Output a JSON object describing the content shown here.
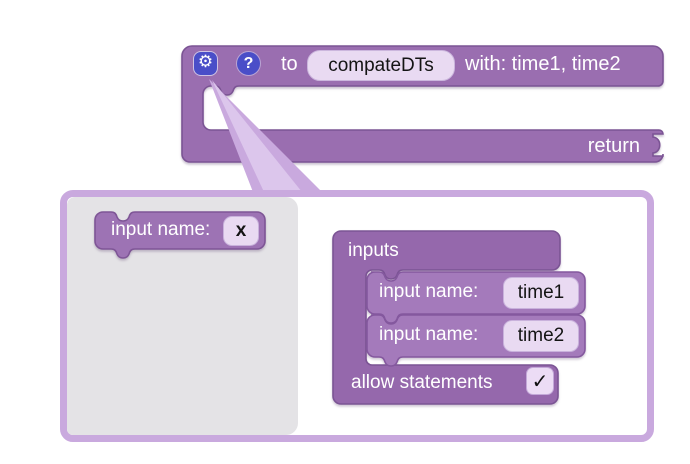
{
  "block_editor": {
    "procedure_block": {
      "to_label": "to",
      "name_field": "compateDTs",
      "params_label": "with: time1, time2",
      "return_label": "return"
    },
    "icons": {
      "gear": "⚙",
      "help": "?",
      "check": "✓"
    },
    "mutator_popup": {
      "flyout_block": {
        "label": "input name:",
        "field": "x"
      },
      "inputs_block": {
        "title": "inputs",
        "rows": [
          {
            "label": "input name:",
            "field": "time1"
          },
          {
            "label": "input name:",
            "field": "time2"
          }
        ],
        "allow_statements_label": "allow statements"
      }
    },
    "colors": {
      "block_fill": "#9a6eb0",
      "block_stroke": "#7b5494",
      "container_fill": "#9568ac",
      "nested_fill": "#a47abb",
      "field_bg": "#e9daf2",
      "button_blue": "#4a4ec8",
      "popup_border": "#c9a9de",
      "flyout_gray": "#e4e3e6"
    }
  }
}
